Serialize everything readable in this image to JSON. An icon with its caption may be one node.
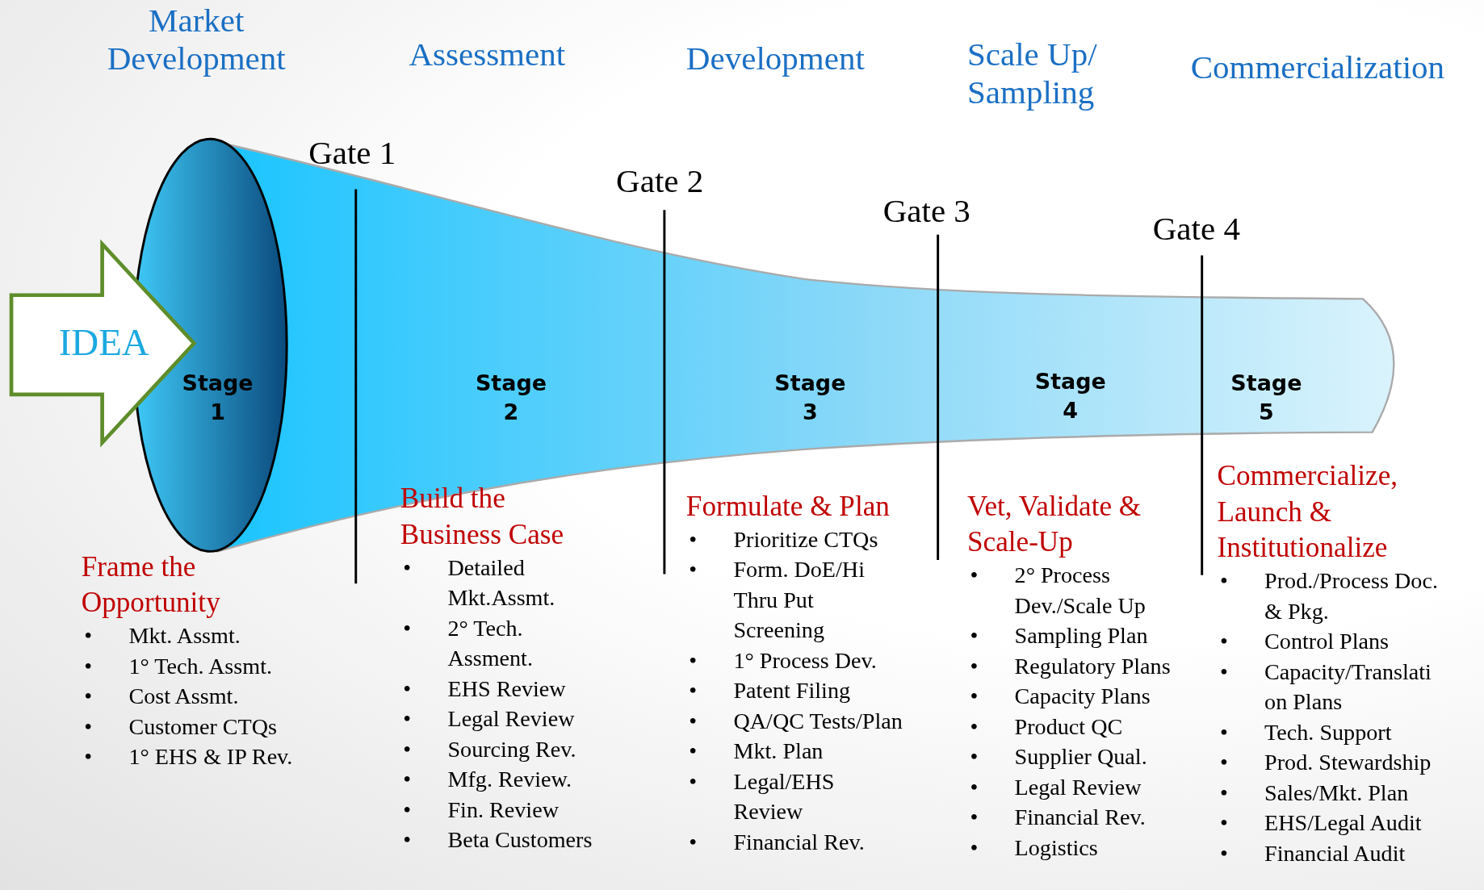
{
  "diagram": {
    "nodes": [
      {
        "text": [
          "IDEA"
        ]
      },
      {
        "text": [
          "Stage 1",
          "Stage 2",
          "Stage 3",
          "Stage 4",
          "Stage 5"
        ]
      }
    ],
    "edges": [],
    "labels": [
      "Market Development",
      "Assessment",
      "Development",
      "Scale Up/ Sampling",
      "Commercialization",
      "Gate 1",
      "Gate 2",
      "Gate 3",
      "Gate 4",
      "Frame the Opportunity",
      "•",
      "Mkt. Assmt.",
      "•",
      "1° Tech. Assmt.",
      "•",
      "Cost Assmt.",
      "•",
      "Customer CTQs",
      "•",
      "1° EHS & IP Rev.",
      "Build the Business Case",
      "•",
      "Detailed Mkt.Assmt.",
      "•",
      "2° Tech. Assment.",
      "•",
      "EHS Review",
      "•",
      "Legal Review",
      "•",
      "Sourcing Rev.",
      "•",
      "Mfg. Review.",
      "•",
      "Fin. Review",
      "•",
      "Beta Customers",
      "Formulate & Plan",
      "•",
      "Prioritize CTQs",
      "•",
      "Form. DoE/Hi Thru Put Screening",
      "•",
      "1° Process Dev.",
      "•",
      "Patent Filing",
      "•",
      "QA/QC Tests/Plan",
      "•",
      "Mkt. Plan",
      "•",
      "Legal/EHS Review",
      "•",
      "Financial Rev.",
      "Vet, Validate & Scale-Up",
      "•",
      "2° Process Dev./Scale Up",
      "•",
      "Sampling Plan",
      "•",
      "Regulatory Plans",
      "•",
      "Capacity Plans",
      "•",
      "Product QC",
      "•",
      "Supplier Qual.",
      "•",
      "Legal Review",
      "•",
      "Financial Rev.",
      "•",
      "Logistics",
      "Commercialize, Launch & Institutionalize",
      "•",
      "Prod./Process Doc. & Pkg.",
      "•",
      "Control Plans",
      "•",
      "Capacity/Translati on Plans",
      "•",
      "Tech. Support",
      "•",
      "Prod. Stewardship",
      "•",
      "Sales/Mkt. Plan",
      "•",
      "EHS/Legal Audit",
      "•",
      "Financial Audit"
    ]
  }
}
